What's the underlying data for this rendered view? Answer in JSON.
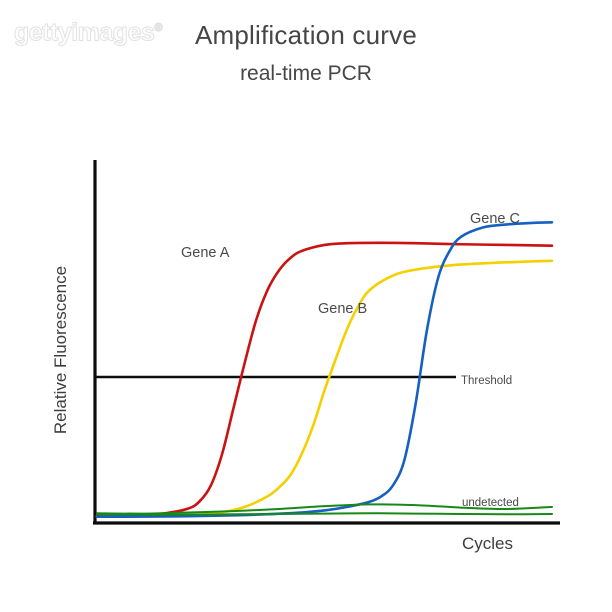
{
  "watermark": {
    "text": "gettyimages",
    "registered_mark": "®"
  },
  "header": {
    "title": "Amplification curve",
    "subtitle": "real-time PCR"
  },
  "chart_data": {
    "type": "line",
    "title": "Amplification curve",
    "subtitle": "real-time PCR",
    "xlabel": "Cycles",
    "ylabel": "Relative Fluorescence",
    "xlim": [
      0,
      40
    ],
    "ylim": [
      0,
      1
    ],
    "grid": false,
    "legend": "inline-annotations",
    "axis_ticks": {
      "x": [],
      "y": []
    },
    "threshold": {
      "label": "Threshold",
      "value": 0.42,
      "color": "#000000",
      "x_start": 7.0,
      "x_end": 31.5
    },
    "annotations": [
      {
        "text": "Gene A",
        "x": 10.5,
        "y": 0.68,
        "color": "#4a4a4a"
      },
      {
        "text": "Gene B",
        "x": 22.0,
        "y": 0.53,
        "color": "#4a4a4a"
      },
      {
        "text": "Gene C",
        "x": 33.5,
        "y": 0.8,
        "color": "#4a4a4a"
      },
      {
        "text": "Threshold",
        "x": 32.5,
        "y": 0.38,
        "color": "#4a4a4a"
      },
      {
        "text": "undetected",
        "x": 32.6,
        "y": 0.06,
        "color": "#4a4a4a"
      }
    ],
    "series": [
      {
        "name": "Gene A",
        "color": "#cc1111",
        "ct": 13.3,
        "plateau": 0.785,
        "baseline": 0.015,
        "x": [
          0,
          2,
          4,
          6,
          8,
          9,
          10,
          11,
          12,
          13,
          14,
          15,
          16,
          17,
          18,
          20,
          22,
          25,
          28,
          32,
          36,
          40
        ],
        "values": [
          0.015,
          0.016,
          0.018,
          0.022,
          0.035,
          0.055,
          0.1,
          0.19,
          0.32,
          0.45,
          0.57,
          0.655,
          0.71,
          0.745,
          0.765,
          0.782,
          0.787,
          0.788,
          0.787,
          0.784,
          0.782,
          0.78
        ]
      },
      {
        "name": "Gene B",
        "color": "#f5d000",
        "ct": 20.2,
        "plateau": 0.735,
        "baseline": 0.012,
        "x": [
          0,
          4,
          8,
          11,
          13,
          15,
          16,
          17,
          18,
          19,
          20,
          21,
          22,
          23,
          24,
          26,
          28,
          31,
          34,
          37,
          40
        ],
        "values": [
          0.012,
          0.013,
          0.016,
          0.025,
          0.04,
          0.07,
          0.095,
          0.13,
          0.19,
          0.27,
          0.37,
          0.46,
          0.545,
          0.61,
          0.655,
          0.695,
          0.712,
          0.724,
          0.73,
          0.734,
          0.737
        ]
      },
      {
        "name": "Gene C",
        "color": "#1560c0",
        "ct": 28.2,
        "plateau": 0.845,
        "baseline": 0.012,
        "x": [
          0,
          6,
          12,
          17,
          20,
          22,
          24,
          25,
          26,
          27,
          28,
          29,
          30,
          31,
          32,
          34,
          36,
          38,
          40
        ],
        "values": [
          0.012,
          0.013,
          0.016,
          0.022,
          0.03,
          0.04,
          0.055,
          0.07,
          0.1,
          0.17,
          0.33,
          0.54,
          0.69,
          0.765,
          0.805,
          0.832,
          0.84,
          0.844,
          0.846
        ]
      },
      {
        "name": "undetected (upper)",
        "color": "#188818",
        "x": [
          0,
          4,
          8,
          12,
          16,
          20,
          24,
          28,
          32,
          36,
          40
        ],
        "values": [
          0.022,
          0.021,
          0.024,
          0.028,
          0.034,
          0.042,
          0.047,
          0.045,
          0.038,
          0.034,
          0.04
        ]
      },
      {
        "name": "undetected (lower)",
        "color": "#188818",
        "x": [
          0,
          4,
          8,
          12,
          16,
          20,
          24,
          28,
          32,
          36,
          40
        ],
        "values": [
          0.019,
          0.018,
          0.018,
          0.019,
          0.02,
          0.021,
          0.022,
          0.021,
          0.02,
          0.019,
          0.02
        ]
      }
    ]
  }
}
